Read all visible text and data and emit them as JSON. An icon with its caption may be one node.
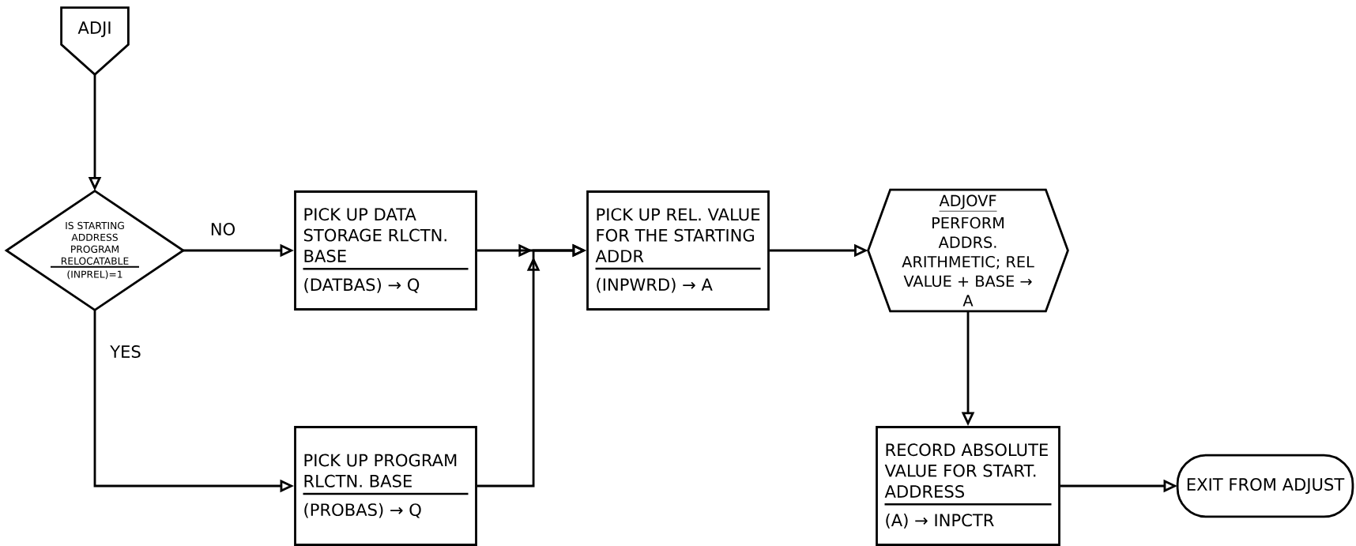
{
  "diagram": {
    "nodes": [
      {
        "text": [
          "ADJI"
        ]
      },
      {
        "text": [
          "IS STARTING ADDRESS PROGRAM RELOCATABLE",
          "(INPREL)=1"
        ]
      },
      {
        "text": [
          "PICK UP DATA STORAGE RLCTN. BASE",
          "(DATBAS) → Q"
        ]
      },
      {
        "text": [
          "PICK UP PROGRAM RLCTN. BASE",
          "(PROBAS) → Q"
        ]
      },
      {
        "text": [
          "PICK UP REL. VALUE FOR THE STARTING ADDR",
          "(INPWRD) → A"
        ]
      },
      {
        "text": [
          "ADJOVF",
          "PERFORM ADDRS. ARITHMETIC; REL VALUE + BASE → A"
        ]
      },
      {
        "text": [
          "RECORD ABSOLUTE VALUE FOR START. ADDRESS",
          "(A) → INPCTR"
        ]
      },
      {
        "text": [
          "EXIT FROM ADJUST"
        ]
      }
    ],
    "edges": [
      {
        "from": 0,
        "to": 1,
        "arrow": "to"
      },
      {
        "from": 1,
        "to": 2,
        "arrow": "to",
        "label": "NO"
      },
      {
        "from": 1,
        "to": 3,
        "arrow": "to",
        "label": "YES"
      },
      {
        "from": 2,
        "to": 4,
        "arrow": "to"
      },
      {
        "from": 3,
        "to": 4,
        "arrow": "to"
      },
      {
        "from": 4,
        "to": 5,
        "arrow": "to"
      },
      {
        "from": 5,
        "to": 6,
        "arrow": "to"
      },
      {
        "from": 6,
        "to": 7,
        "arrow": "to"
      }
    ]
  }
}
